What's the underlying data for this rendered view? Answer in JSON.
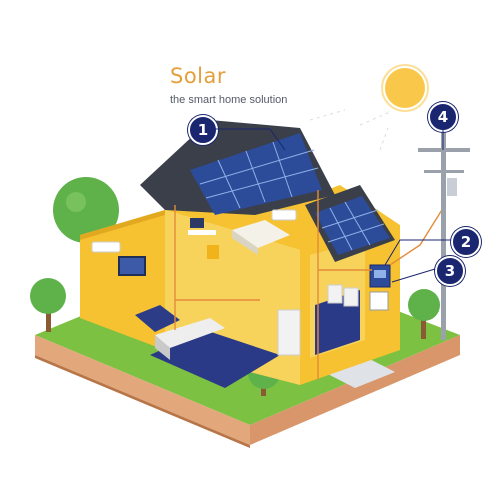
{
  "brand": {
    "title": "Solar",
    "subtitle": "the smart home solution"
  },
  "markers": [
    {
      "id": "marker-1",
      "label": "1",
      "icon": "number-marker-icon"
    },
    {
      "id": "marker-2",
      "label": "2",
      "icon": "number-marker-icon"
    },
    {
      "id": "marker-3",
      "label": "3",
      "icon": "number-marker-icon"
    },
    {
      "id": "marker-4",
      "label": "4",
      "icon": "number-marker-icon"
    }
  ],
  "colors": {
    "marker": "#1a2670",
    "wall": "#f6c232",
    "panel": "#2c4c9a",
    "grass": "#7cc142",
    "soil": "#e3a77c",
    "sun": "#f9c84a",
    "title": "#e3a03a"
  }
}
